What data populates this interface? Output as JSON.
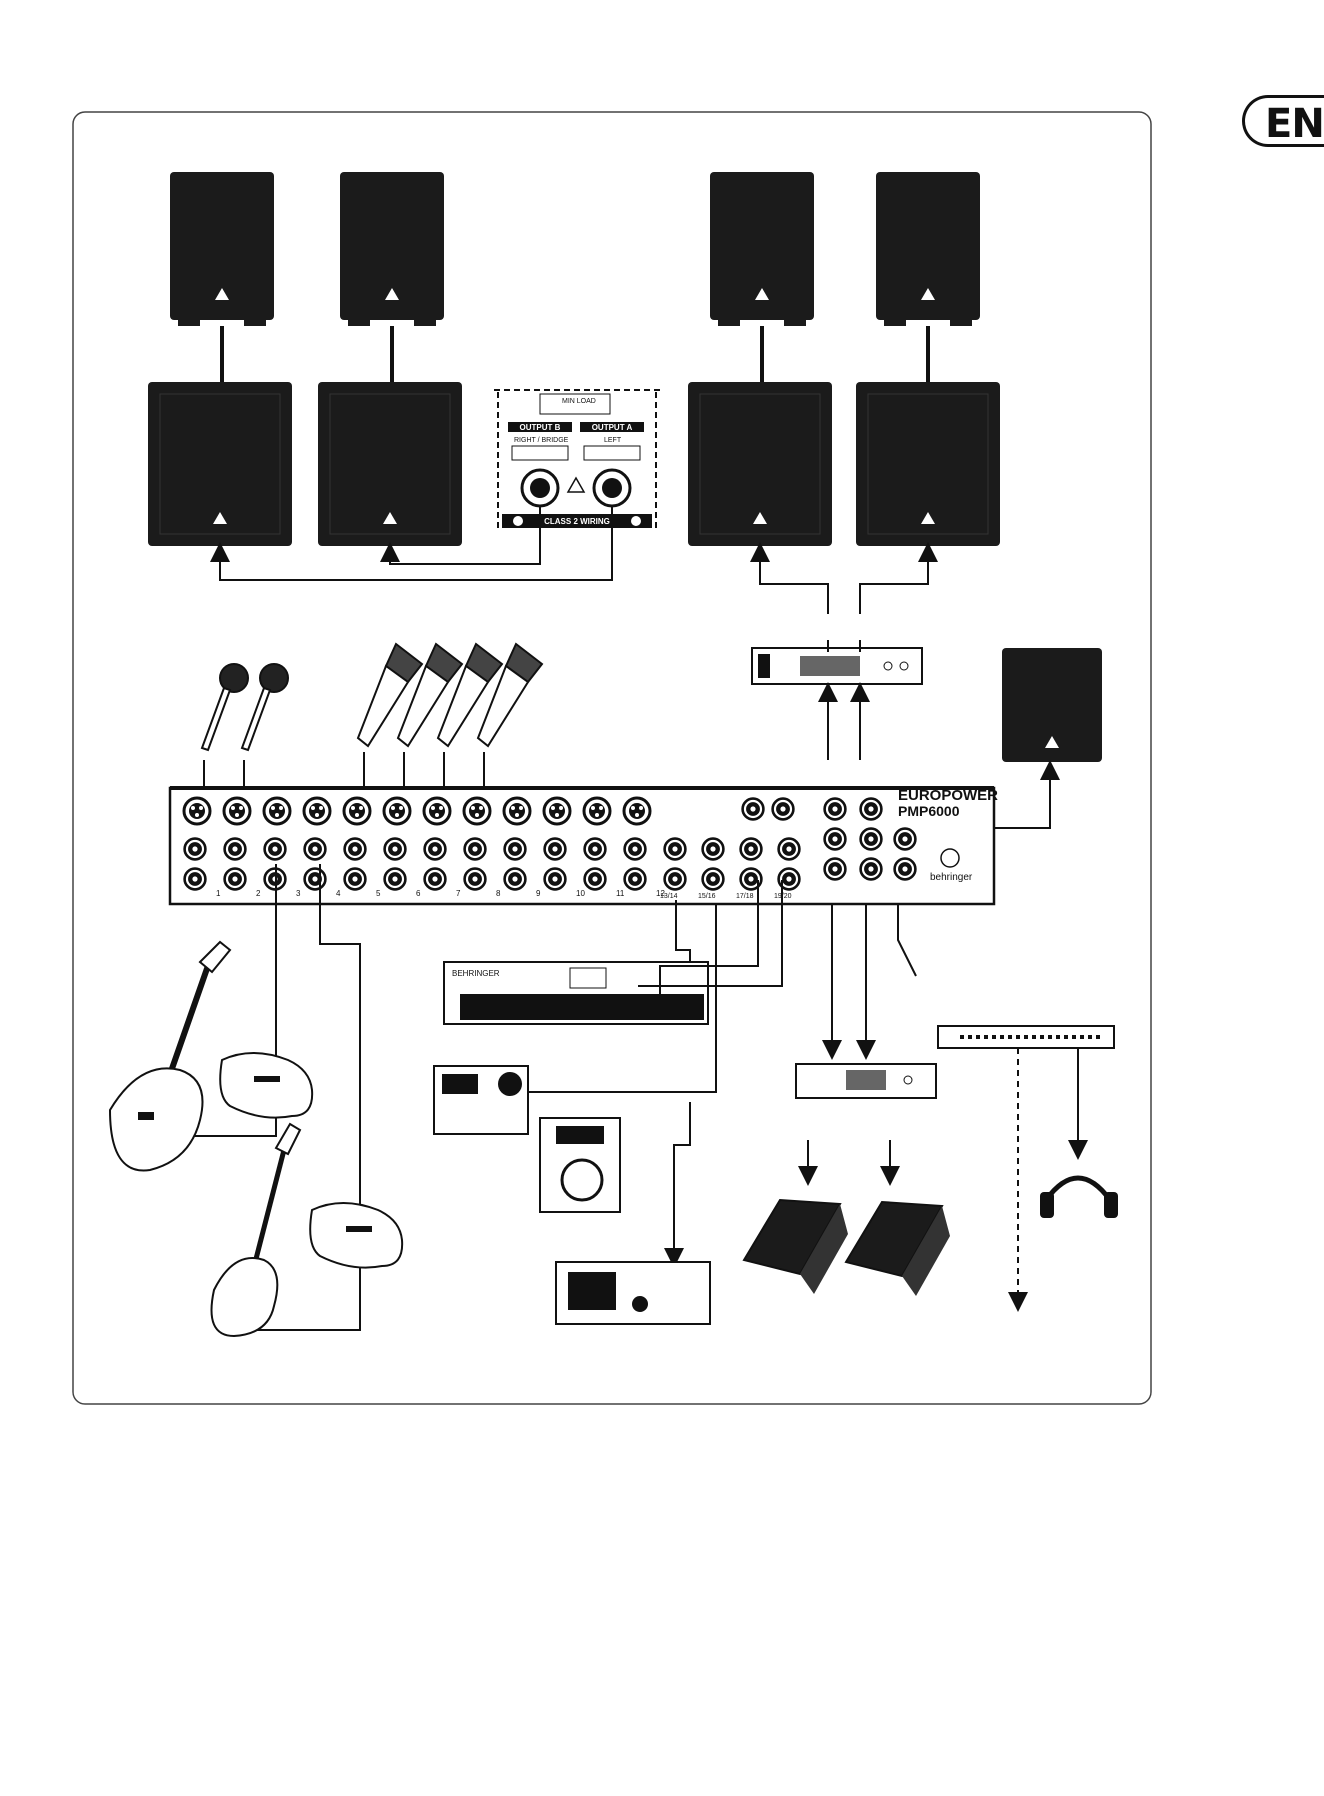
{
  "language_tab": "EN",
  "connector_panel": {
    "output_b": "OUTPUT B",
    "output_a": "OUTPUT A",
    "right_bridge": "RIGHT / BRIDGE",
    "left": "LEFT",
    "class2": "CLASS 2 WIRING",
    "min_load": "MIN LOAD"
  },
  "mixer": {
    "brand_line1": "EUROPOWER",
    "brand_line2": "PMP6000",
    "logo": "behringer",
    "channel_numbers": [
      "1",
      "2",
      "3",
      "4",
      "5",
      "6",
      "7",
      "8",
      "9",
      "10",
      "11",
      "12",
      "13/14",
      "15/16",
      "17/18",
      "19/20"
    ]
  },
  "keyboard": {
    "brand": "BEHRINGER"
  },
  "colors": {
    "line": "#111111",
    "device": "#1b1b1b",
    "panel": "#ffffff"
  }
}
